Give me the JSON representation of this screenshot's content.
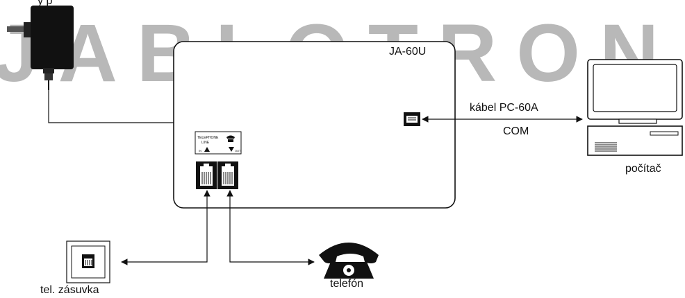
{
  "watermark": "JABLOTRON",
  "device": {
    "model": "JA-60U"
  },
  "labels": {
    "adapter_partial": "y  p",
    "cable": "kábel PC-60A",
    "port": "COM",
    "computer": "počítač",
    "socket": "tel. zásuvka",
    "phone": "telefón"
  },
  "panel": {
    "line_text": "TELEPHONE\nLINE",
    "in_label": "IN",
    "out_label": "OUT"
  },
  "colors": {
    "ink": "#111111",
    "watermark": "#b8b8b8",
    "background": "#ffffff"
  },
  "icons": [
    "power-adapter-icon",
    "telephone-icon",
    "wall-socket-icon",
    "computer-monitor-icon",
    "computer-case-icon",
    "rj11-port-icon",
    "serial-port-icon"
  ]
}
